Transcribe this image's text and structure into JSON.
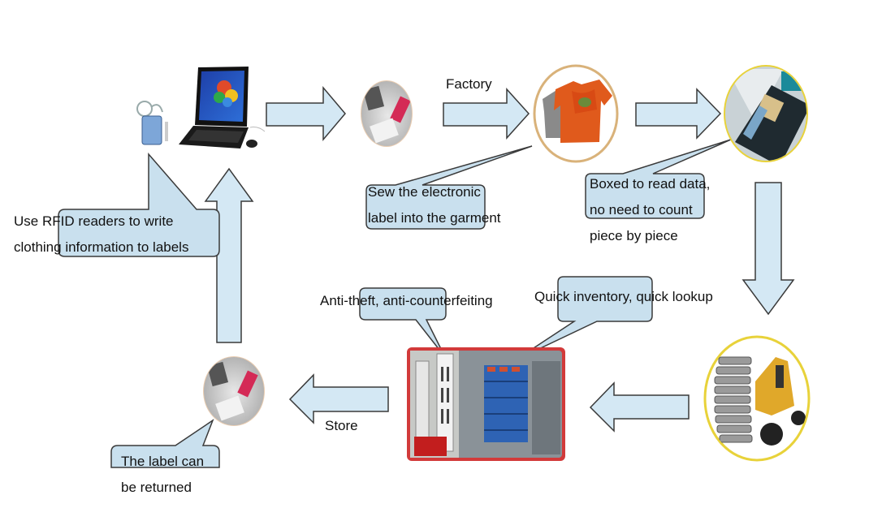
{
  "diagram": {
    "title": "",
    "colors": {
      "arrow_fill": "#d4e8f4",
      "arrow_stroke": "#3a3a3a",
      "callout_fill": "#c9e0ee",
      "callout_stroke": "#3a3a3a",
      "garment_ring": "#d9b27a",
      "box_ring": "#e8d23a",
      "forklift_ring": "#e8d23a",
      "store_frame": "#d23a3a"
    },
    "nodes": [
      {
        "id": "rfid-writer",
        "icon": "laptop-rfid-reader-icon"
      },
      {
        "id": "label-tag-1",
        "icon": "rfid-label-tag-icon"
      },
      {
        "id": "garment",
        "icon": "tshirt-icon"
      },
      {
        "id": "box-reader",
        "icon": "box-reader-icon"
      },
      {
        "id": "forklift",
        "icon": "forklift-icon"
      },
      {
        "id": "store",
        "icon": "store-gate-shelves-icon"
      },
      {
        "id": "label-tag-2",
        "icon": "rfid-label-tag-icon"
      }
    ],
    "edge_labels": {
      "factory": "Factory",
      "store": "Store"
    },
    "callouts": {
      "write": [
        "Use RFID readers to write",
        "clothing information to labels"
      ],
      "sew": [
        "Sew the electronic",
        "label into the garment"
      ],
      "boxed": [
        "Boxed to read data,",
        "no need to count",
        "piece by piece"
      ],
      "antitheft": [
        "Anti-theft, anti-counterfeiting"
      ],
      "inventory": [
        "Quick inventory, quick lookup"
      ],
      "returned": [
        "The label can",
        "be returned"
      ]
    }
  }
}
